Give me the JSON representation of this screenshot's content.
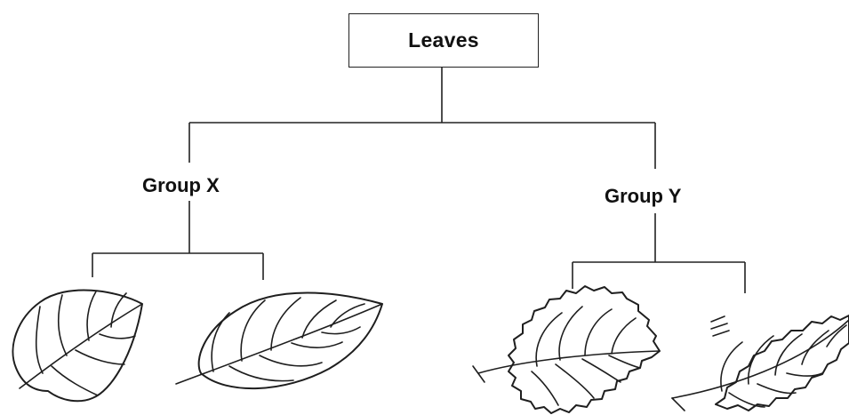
{
  "tree": {
    "root": {
      "label": "Leaves"
    },
    "groups": [
      {
        "label": "Group X",
        "leaves": [
          "heart-shaped smooth-edged leaf",
          "elongated smooth-edged leaf"
        ]
      },
      {
        "label": "Group Y",
        "leaves": [
          "rounded serrated leaf",
          "pointed serrated leaf"
        ]
      }
    ]
  }
}
